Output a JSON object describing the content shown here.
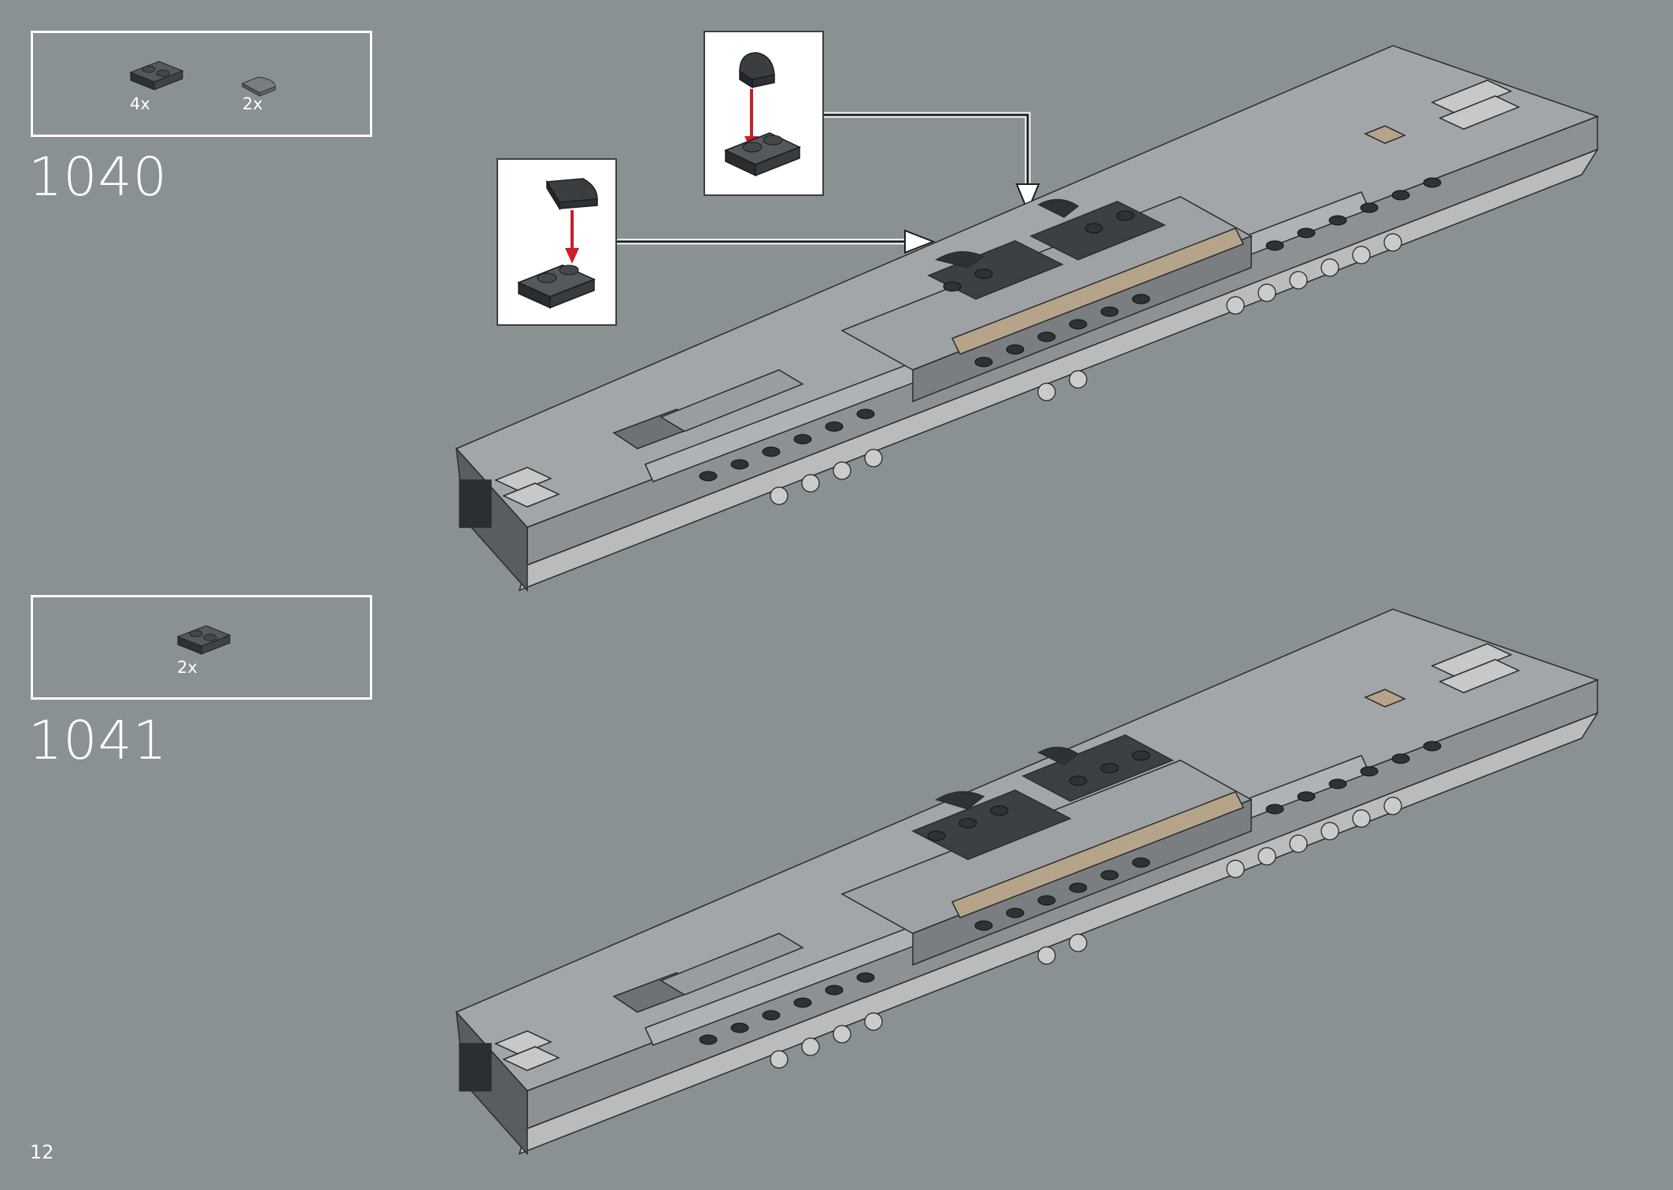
{
  "steps": [
    {
      "number": "1040",
      "parts": [
        {
          "icon": "dark-grey-plate-1x2-icon",
          "quantity": "4x"
        },
        {
          "icon": "grey-tile-quarter-round-icon",
          "quantity": "2x"
        }
      ]
    },
    {
      "number": "1041",
      "parts": [
        {
          "icon": "dark-grey-plate-1x2-icon",
          "quantity": "2x"
        }
      ]
    }
  ],
  "page_number": "12",
  "colors": {
    "background": "#8a9193",
    "brick_light": "#a3a6a8",
    "brick_dark": "#3d4043",
    "brick_tan": "#b5a48a",
    "arrow_red": "#c8202a"
  }
}
